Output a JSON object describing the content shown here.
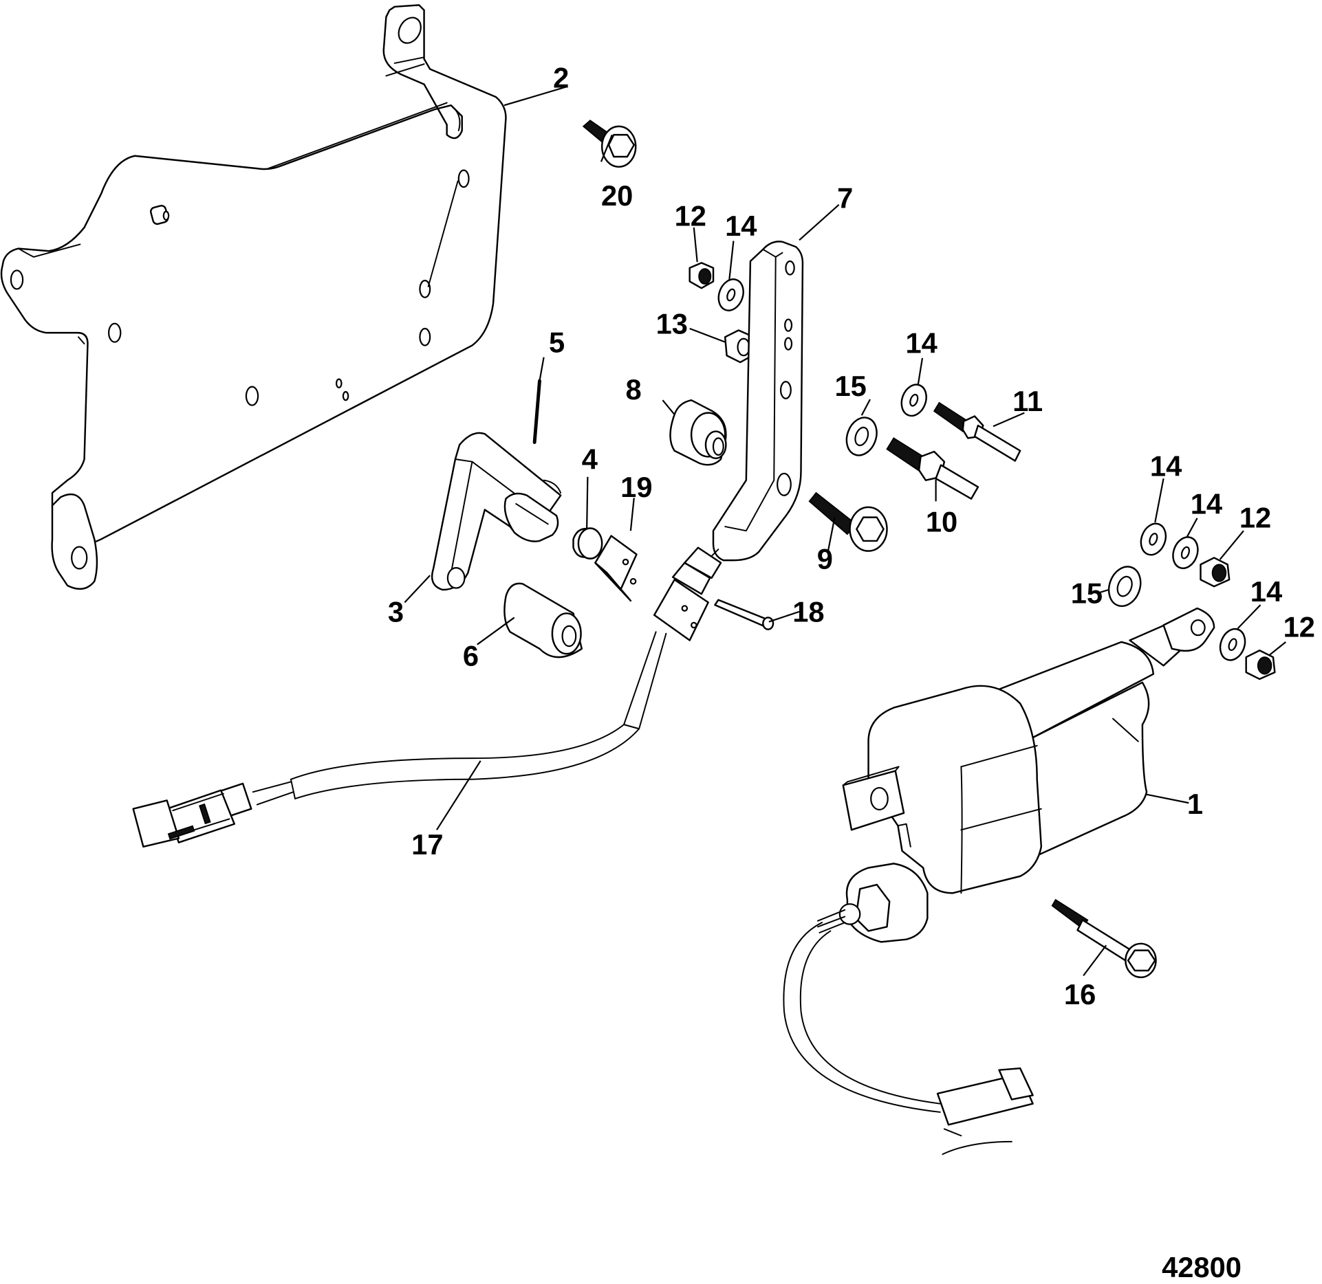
{
  "diagram": {
    "type": "exploded-parts-diagram",
    "figure_number": "42800",
    "background_color": "#ffffff",
    "line_color": "#000000"
  },
  "callouts": [
    {
      "id": "c1",
      "label": "1",
      "part": "actuator"
    },
    {
      "id": "c2",
      "label": "2",
      "part": "mounting-bracket"
    },
    {
      "id": "c3",
      "label": "3",
      "part": "lever-arm"
    },
    {
      "id": "c4",
      "label": "4",
      "part": "small-bushing"
    },
    {
      "id": "c5",
      "label": "5",
      "part": "roll-pin"
    },
    {
      "id": "c6",
      "label": "6",
      "part": "spacer"
    },
    {
      "id": "c7",
      "label": "7",
      "part": "link-arm"
    },
    {
      "id": "c8",
      "label": "8",
      "part": "bushing"
    },
    {
      "id": "c9",
      "label": "9",
      "part": "flange-bolt"
    },
    {
      "id": "c10",
      "label": "10",
      "part": "stud-nut-assembly"
    },
    {
      "id": "c11",
      "label": "11",
      "part": "stud"
    },
    {
      "id": "c12a",
      "label": "12",
      "part": "locknut"
    },
    {
      "id": "c12b",
      "label": "12",
      "part": "locknut"
    },
    {
      "id": "c12c",
      "label": "12",
      "part": "locknut"
    },
    {
      "id": "c13",
      "label": "13",
      "part": "nut"
    },
    {
      "id": "c14a",
      "label": "14",
      "part": "washer"
    },
    {
      "id": "c14b",
      "label": "14",
      "part": "washer"
    },
    {
      "id": "c14c",
      "label": "14",
      "part": "washer"
    },
    {
      "id": "c14d",
      "label": "14",
      "part": "washer"
    },
    {
      "id": "c14e",
      "label": "14",
      "part": "washer"
    },
    {
      "id": "c15a",
      "label": "15",
      "part": "flat-washer"
    },
    {
      "id": "c15b",
      "label": "15",
      "part": "flat-washer"
    },
    {
      "id": "c16",
      "label": "16",
      "part": "flange-bolt"
    },
    {
      "id": "c17",
      "label": "17",
      "part": "sensor-harness"
    },
    {
      "id": "c18",
      "label": "18",
      "part": "screw"
    },
    {
      "id": "c19",
      "label": "19",
      "part": "sensor-bracket"
    },
    {
      "id": "c20",
      "label": "20",
      "part": "flange-bolt"
    }
  ]
}
